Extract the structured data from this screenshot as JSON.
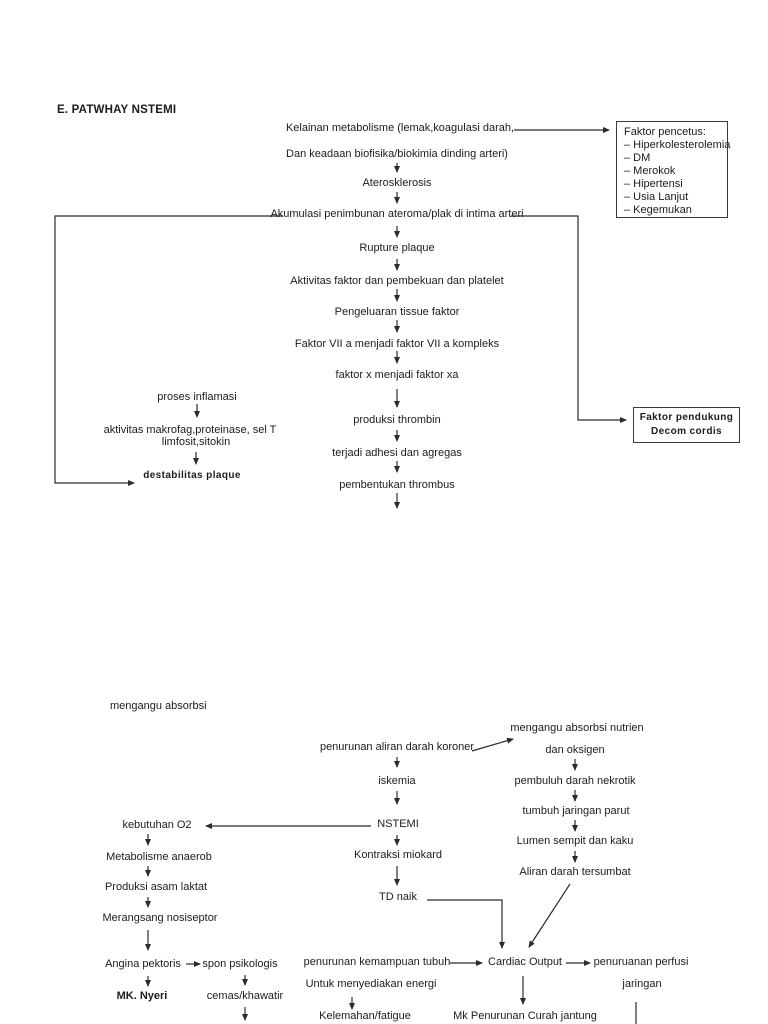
{
  "page": {
    "title": "E. PATWHAY NSTEMI"
  },
  "upper": {
    "kelainan1": "Kelainan metabolisme (lemak,koagulasi darah,",
    "kelainan2": "Dan keadaan biofisika/biokimia dinding arteri)",
    "aterosklerosis": "Aterosklerosis",
    "akumulasi": "Akumulasi penimbunan ateroma/plak di intima arteri",
    "rupture": "Rupture plaque",
    "aktivitas_faktor": "Aktivitas faktor dan pembekuan dan platelet",
    "pengeluaran_tissue": "Pengeluaran tissue faktor",
    "faktor_vii": "Faktor VII a menjadi faktor VII a kompleks",
    "faktor_x": "faktor x menjadi faktor xa",
    "produksi_thrombin": "produksi thrombin",
    "terjadi_adhesi": "terjadi adhesi dan agregas",
    "pembentukan_thrombus": "pembentukan thrombus"
  },
  "inflamasi": {
    "proses": "proses inflamasi",
    "aktivitas1": "aktivitas makrofag,proteinase, sel T",
    "aktivitas2": "limfosit,sitokin",
    "destabilitas": "destabilitas plaque"
  },
  "faktor_pencetus": {
    "title": "Faktor pencetus:",
    "items": [
      "– Hiperkolesterolemia",
      "– DM",
      "– Merokok",
      "– Hipertensi",
      "– Usia Lanjut",
      "– Kegemukan"
    ]
  },
  "faktor_pendukung": {
    "line1": "Faktor pendukung",
    "line2": "Decom cordis"
  },
  "lower": {
    "mengangu_absorbsi": "mengangu absorbsi",
    "penurunan_aliran": "penurunan aliran darah koroner",
    "iskemia": "iskemia",
    "nstemi": "NSTEMI",
    "kebutuhan_o2": "kebutuhan O2",
    "metabolisme_anaerob": "Metabolisme anaerob",
    "produksi_asam_laktat": "Produksi asam laktat",
    "merangsang_nosiseptor": "Merangsang nosiseptor",
    "angina_pektoris": "Angina pektoris",
    "mk_nyeri": "MK. Nyeri",
    "spon_psikologis": "spon psikologis",
    "cemas": "cemas/khawatir",
    "kontraksi_miokard": "Kontraksi miokard",
    "td_naik": "TD naik",
    "nutrien1": "mengangu absorbsi nutrien",
    "nutrien2": "dan oksigen",
    "pembuluh_nekrotik": "pembuluh darah nekrotik",
    "tumbuh_parut": "tumbuh jaringan parut",
    "lumen_sempit": "Lumen sempit dan kaku",
    "aliran_tersumbat": "Aliran darah tersumbat",
    "penurunan_kemampuan1": "penurunan kemampuan tubuh",
    "penurunan_kemampuan2": "Untuk menyediakan energi",
    "kelemahan": "Kelemahan/fatigue",
    "cardiac_output": "Cardiac Output",
    "mk_curah_jantung": "Mk Penurunan Curah jantung",
    "perfusi1": "penuruanan perfusi",
    "perfusi2": "jaringan"
  }
}
